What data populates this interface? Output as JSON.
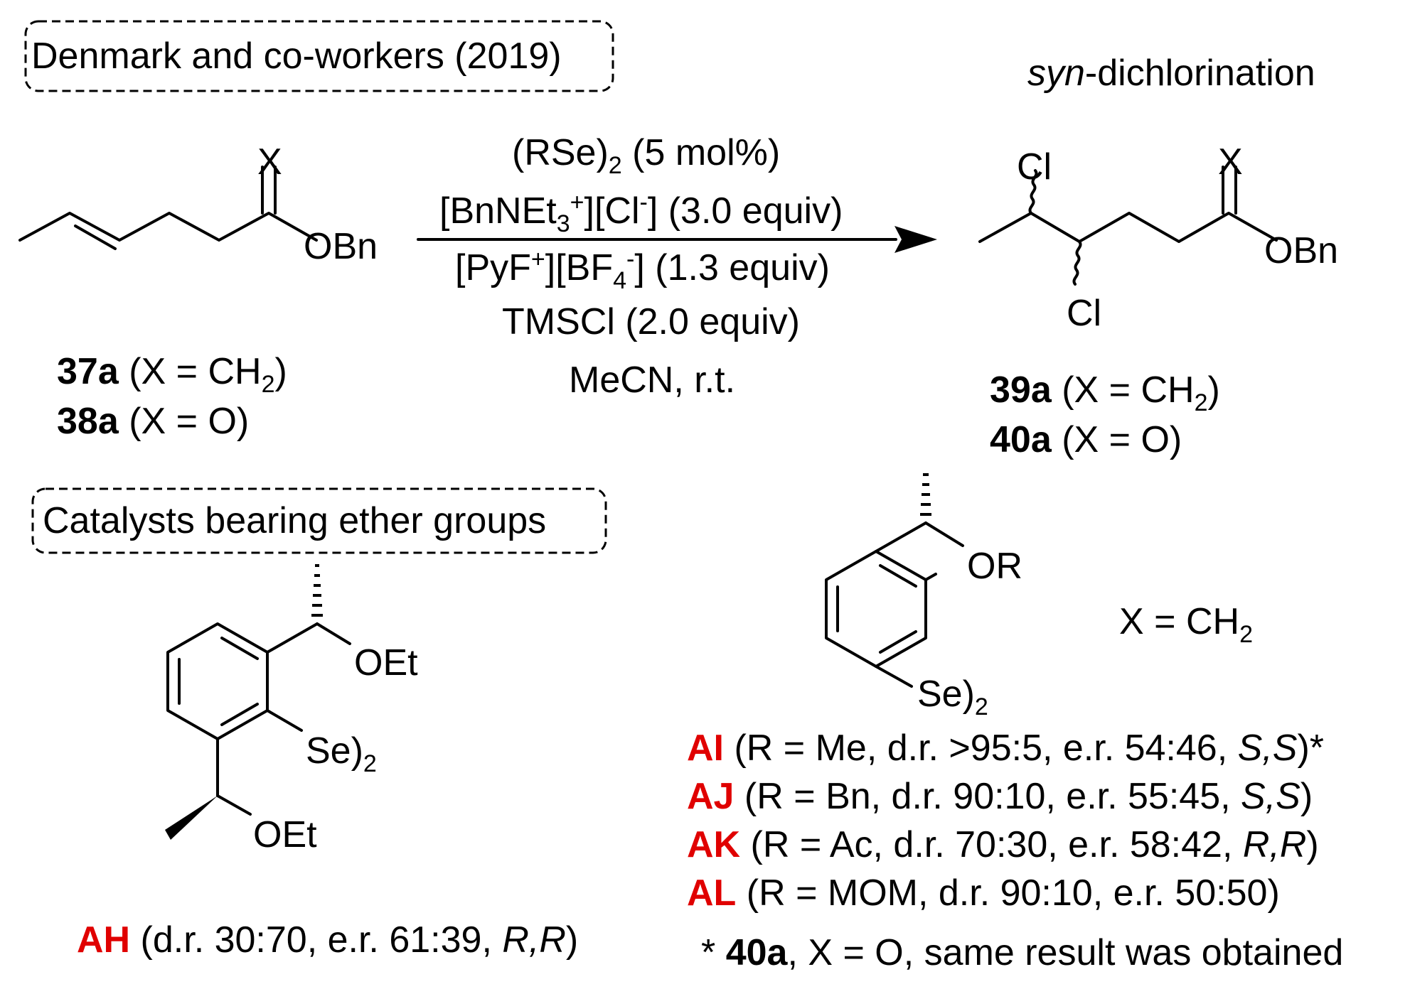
{
  "header": {
    "box1_title": "Denmark and co-workers (2019)",
    "subtitle_italic": "syn",
    "subtitle_rest": "-dichlorination"
  },
  "reactant": {
    "atom_x": "X",
    "atom_obn": "OBn",
    "label1_id": "37a",
    "label1_rest": "(X = CH",
    "label1_sub": "2",
    "label1_close": ")",
    "label2_id": "38a",
    "label2_rest": "(X = O)"
  },
  "conditions": {
    "line1_main": "(RSe)",
    "line1_sub": "2",
    "line1_tail": " (5 mol%)",
    "line2_a": "[BnNEt",
    "line2_sub": "3",
    "line2_sup": "+",
    "line2_b": "][Cl",
    "line2_sup2": "-",
    "line2_c": "] (3.0 equiv)",
    "line3_a": "[PyF",
    "line3_sup": "+",
    "line3_b": "][BF",
    "line3_sub": "4",
    "line3_sup2": "-",
    "line3_c": "] (1.3 equiv)",
    "line4": "TMSCl (2.0 equiv)",
    "line5": "MeCN, r.t."
  },
  "product": {
    "atom_cl_top": "Cl",
    "atom_cl_bottom": "Cl",
    "atom_x": "X",
    "atom_obn": "OBn",
    "label1_id": "39a",
    "label1_rest": "(X = CH",
    "label1_sub": "2",
    "label1_close": ")",
    "label2_id": "40a",
    "label2_rest": "(X = O)"
  },
  "catalysts": {
    "box2_title": "Catalysts bearing ether groups",
    "ah": {
      "atom_oet_top": "OEt",
      "atom_se": "Se)",
      "atom_se_sub": "2",
      "atom_oet_bottom": "OEt",
      "id": "AH",
      "text_a": " (d.r. 30:70, e.r. 61:39, ",
      "text_ital": "R,R",
      "text_b": ")"
    },
    "general": {
      "atom_or": "OR",
      "atom_se": "Se)",
      "atom_se_sub": "2",
      "x_note": "X = CH",
      "x_note_sub": "2"
    },
    "list": [
      {
        "id": "AI",
        "text": " (R = Me, d.r. >95:5, e.r. 54:46, ",
        "ital": "S,S",
        "tail": ")*"
      },
      {
        "id": "AJ",
        "text": " (R = Bn, d.r. 90:10, e.r. 55:45, ",
        "ital": "S,S",
        "tail": ")"
      },
      {
        "id": "AK",
        "text": " (R = Ac, d.r. 70:30, e.r. 58:42, ",
        "ital": "R,R",
        "tail": ")"
      },
      {
        "id": "AL",
        "text": " (R = MOM, d.r. 90:10, e.r. 50:50)",
        "ital": "",
        "tail": ""
      }
    ],
    "footnote_star": "* ",
    "footnote_id": "40a",
    "footnote_rest": ", X = O, same result was obtained"
  }
}
